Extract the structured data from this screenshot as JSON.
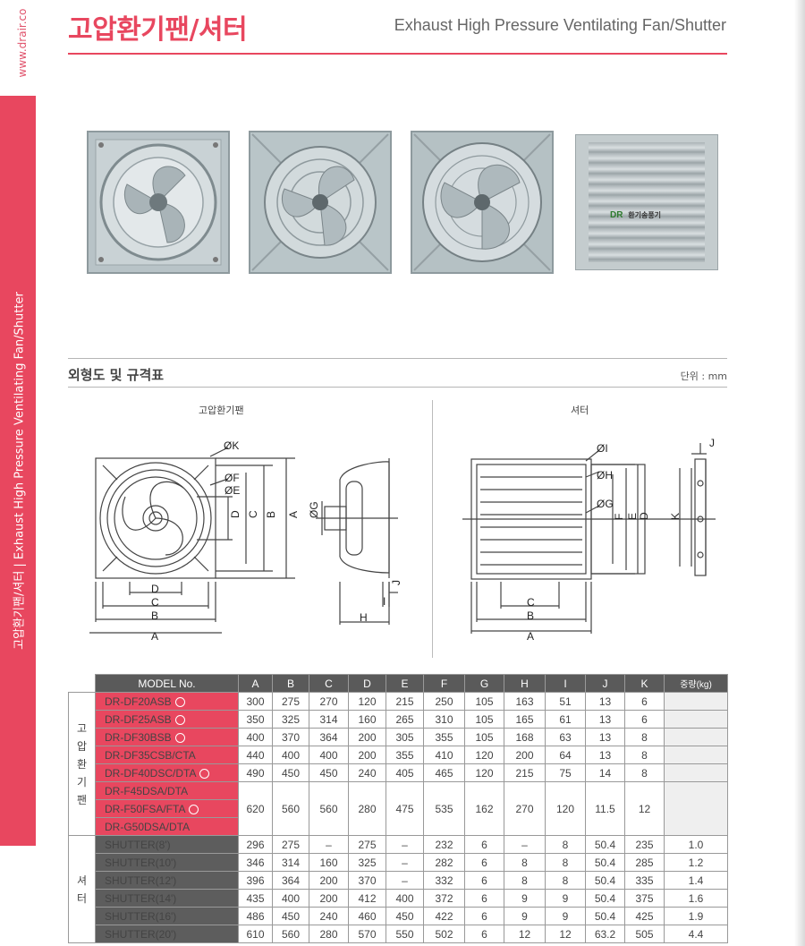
{
  "side": {
    "url": "www.drair.co",
    "band_text": "고압환기팬/셔터  |  Exhaust High Pressure Ventilating Fan/Shutter"
  },
  "header": {
    "title_ko": "고압환기팬/셔터",
    "title_en": "Exhaust High Pressure Ventilating Fan/Shutter"
  },
  "photos": {
    "shutter_logo": "DR",
    "shutter_logo_text": "환기송풍기"
  },
  "section": {
    "title": "외형도 및 규격표",
    "unit": "단위 : mm",
    "fan_caption": "고압환기팬",
    "shutter_caption": "셔터"
  },
  "fan_drawing": {
    "labels": [
      "ØK",
      "ØF",
      "ØE",
      "D",
      "C",
      "B",
      "A",
      "ØG",
      "J",
      "I",
      "H",
      "D",
      "C",
      "B",
      "A"
    ]
  },
  "shutter_drawing": {
    "labels": [
      "ØI",
      "ØH",
      "ØG",
      "F",
      "E",
      "D",
      "J",
      "K",
      "C",
      "B",
      "A"
    ]
  },
  "table": {
    "headers": [
      "MODEL No.",
      "A",
      "B",
      "C",
      "D",
      "E",
      "F",
      "G",
      "H",
      "I",
      "J",
      "K",
      "중량(kg)"
    ],
    "fan_group": "고\n압\n환\n기\n팬",
    "shutter_group": "셔\n터",
    "fan_rows": [
      {
        "model": "DR-DF20ASB",
        "eco": true,
        "values": [
          "300",
          "275",
          "270",
          "120",
          "215",
          "250",
          "105",
          "163",
          "51",
          "13",
          "6"
        ]
      },
      {
        "model": "DR-DF25ASB",
        "eco": true,
        "values": [
          "350",
          "325",
          "314",
          "160",
          "265",
          "310",
          "105",
          "165",
          "61",
          "13",
          "6"
        ]
      },
      {
        "model": "DR-DF30BSB",
        "eco": true,
        "values": [
          "400",
          "370",
          "364",
          "200",
          "305",
          "355",
          "105",
          "168",
          "63",
          "13",
          "8"
        ]
      },
      {
        "model": "DR-DF35CSB/CTA",
        "eco": false,
        "values": [
          "440",
          "400",
          "400",
          "200",
          "355",
          "410",
          "120",
          "200",
          "64",
          "13",
          "8"
        ]
      },
      {
        "model": "DR-DF40DSC/DTA",
        "eco": true,
        "values": [
          "490",
          "450",
          "450",
          "240",
          "405",
          "465",
          "120",
          "215",
          "75",
          "14",
          "8"
        ]
      }
    ],
    "fan_merged_models": [
      {
        "model": "DR-F45DSA/DTA",
        "eco": false
      },
      {
        "model": "DR-F50FSA/FTA",
        "eco": true
      },
      {
        "model": "DR-G50DSA/DTA",
        "eco": false
      }
    ],
    "fan_merged_values": [
      "620",
      "560",
      "560",
      "280",
      "475",
      "535",
      "162",
      "270",
      "120",
      "11.5",
      "12"
    ],
    "shutter_rows": [
      {
        "model": "SHUTTER(8')",
        "values": [
          "296",
          "275",
          "–",
          "275",
          "–",
          "232",
          "6",
          "–",
          "8",
          "50.4",
          "235",
          "1.0"
        ]
      },
      {
        "model": "SHUTTER(10')",
        "values": [
          "346",
          "314",
          "160",
          "325",
          "–",
          "282",
          "6",
          "8",
          "8",
          "50.4",
          "285",
          "1.2"
        ]
      },
      {
        "model": "SHUTTER(12')",
        "values": [
          "396",
          "364",
          "200",
          "370",
          "–",
          "332",
          "6",
          "8",
          "8",
          "50.4",
          "335",
          "1.4"
        ]
      },
      {
        "model": "SHUTTER(14')",
        "values": [
          "435",
          "400",
          "200",
          "412",
          "400",
          "372",
          "6",
          "9",
          "9",
          "50.4",
          "375",
          "1.6"
        ]
      },
      {
        "model": "SHUTTER(16')",
        "values": [
          "486",
          "450",
          "240",
          "460",
          "450",
          "422",
          "6",
          "9",
          "9",
          "50.4",
          "425",
          "1.9"
        ]
      },
      {
        "model": "SHUTTER(20')",
        "values": [
          "610",
          "560",
          "280",
          "570",
          "550",
          "502",
          "6",
          "12",
          "12",
          "63.2",
          "505",
          "4.4"
        ]
      }
    ]
  }
}
